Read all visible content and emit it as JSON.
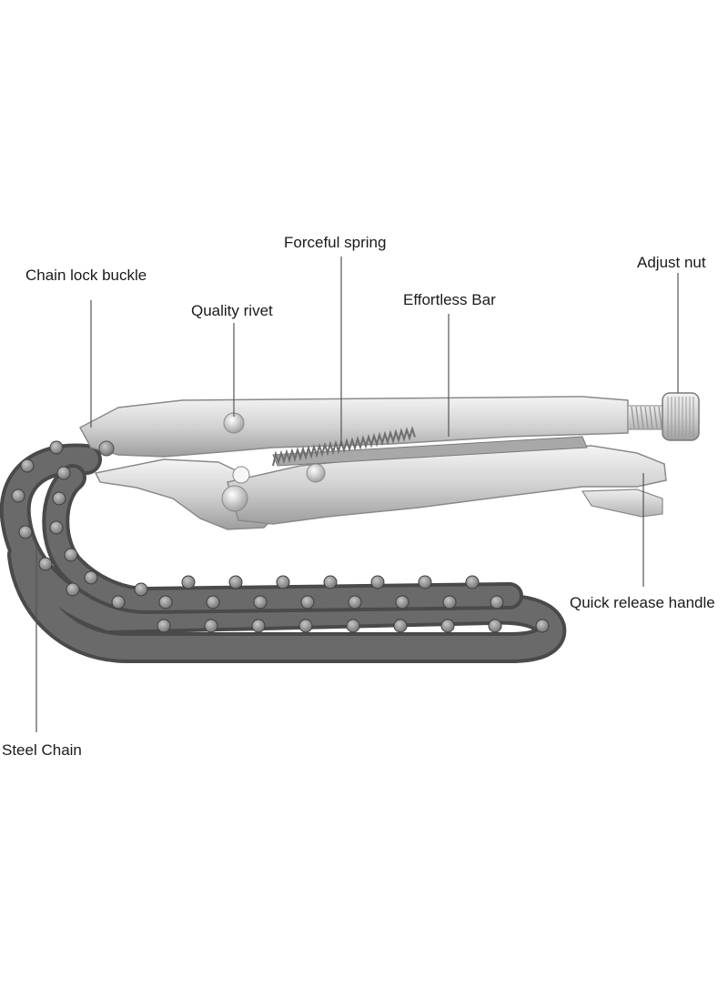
{
  "diagram": {
    "subject": "chain-locking-pliers",
    "callouts": {
      "chain_lock_buckle": "Chain lock buckle",
      "quality_rivet": "Quality rivet",
      "forceful_spring": "Forceful spring",
      "effortless_bar": "Effortless Bar",
      "adjust_nut": "Adjust nut",
      "quick_release_handle": "Quick release handle",
      "steel_chain": "Steel Chain"
    }
  },
  "colors": {
    "metal_light": "#e6e6e6",
    "metal_mid": "#bdbdbd",
    "metal_dark": "#8a8a8a",
    "chain_plate": "#5a5a5a",
    "chain_pin": "#9a9a9a",
    "leader_line": "#555555"
  }
}
